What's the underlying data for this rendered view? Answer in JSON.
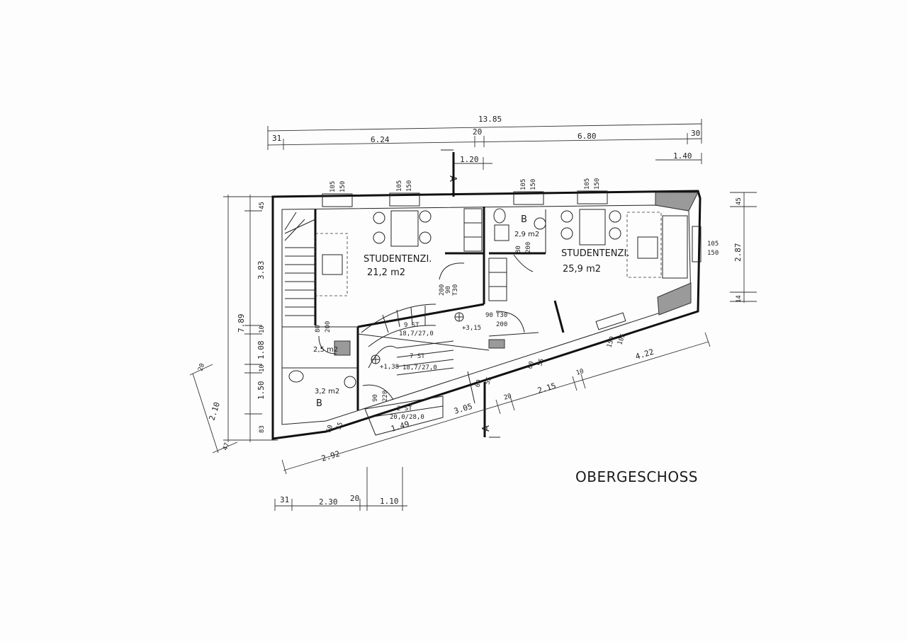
{
  "plan": {
    "title": "OBERGESCHOSS",
    "section_marker": "A",
    "rooms": [
      {
        "name": "STUDENTENZI.",
        "area": "21,2 m2"
      },
      {
        "name": "STUDENTENZI.",
        "area": "25,9 m2"
      },
      {
        "name": "B",
        "area": "2,9 m2"
      },
      {
        "name": "B",
        "area": "3,2 m2"
      },
      {
        "name": "",
        "area": "2,5 m2"
      }
    ],
    "dims_top": {
      "overall": "13.85",
      "left_wall": "31",
      "left_span": "6.24",
      "mid_wall": "20",
      "right_span": "6.80",
      "right_wall": "30",
      "bay": "1.20",
      "right_inset": "1.40"
    },
    "dims_left": {
      "overall": "7.89",
      "d1": "45",
      "d2": "3.83",
      "d3": "10",
      "d4": "1.08",
      "d5": "10",
      "d6": "1.50",
      "d7": "83",
      "outer_a": "20",
      "outer_b": "2.10",
      "outer_c": "47"
    },
    "dims_right": {
      "d1": "45",
      "d2": "2.87",
      "d3": "14",
      "window": "105",
      "window_h": "150"
    },
    "dims_bottom": {
      "b1": "31",
      "b2": "2.30",
      "b3": "20",
      "b4": "1.10",
      "diag_left": "2.92",
      "diag_mid1": "20",
      "diag_mid2": "2.15",
      "diag_mid3": "10",
      "diag_right": "4.22",
      "inner1": "1.49",
      "inner2": "3.05"
    },
    "stairs": {
      "upper": "9 ST",
      "upper_ratio": "18,7/27,0",
      "lower": "7 ST",
      "lower_ratio": "18,7/27,0",
      "entry": "2 ST",
      "entry_ratio": "20,0/28,0"
    },
    "levels": {
      "l1": "+3,15",
      "l2": "+1,38"
    },
    "doors": [
      {
        "w": "90",
        "h": "200",
        "note": "T30"
      },
      {
        "w": "80",
        "h": "200"
      },
      {
        "w": "90",
        "h": "200",
        "note": "T30"
      },
      {
        "w": "80",
        "h": "200"
      },
      {
        "w": "90",
        "h": "220"
      }
    ],
    "windows": [
      {
        "w": "105",
        "h": "150"
      },
      {
        "w": "105",
        "h": "150"
      },
      {
        "w": "105",
        "h": "150"
      },
      {
        "w": "105",
        "h": "150"
      },
      {
        "w": "150",
        "h": "105"
      },
      {
        "w": "60",
        "h": "55"
      },
      {
        "w": "60",
        "h": "55"
      },
      {
        "w": "60",
        "h": "55"
      }
    ]
  }
}
